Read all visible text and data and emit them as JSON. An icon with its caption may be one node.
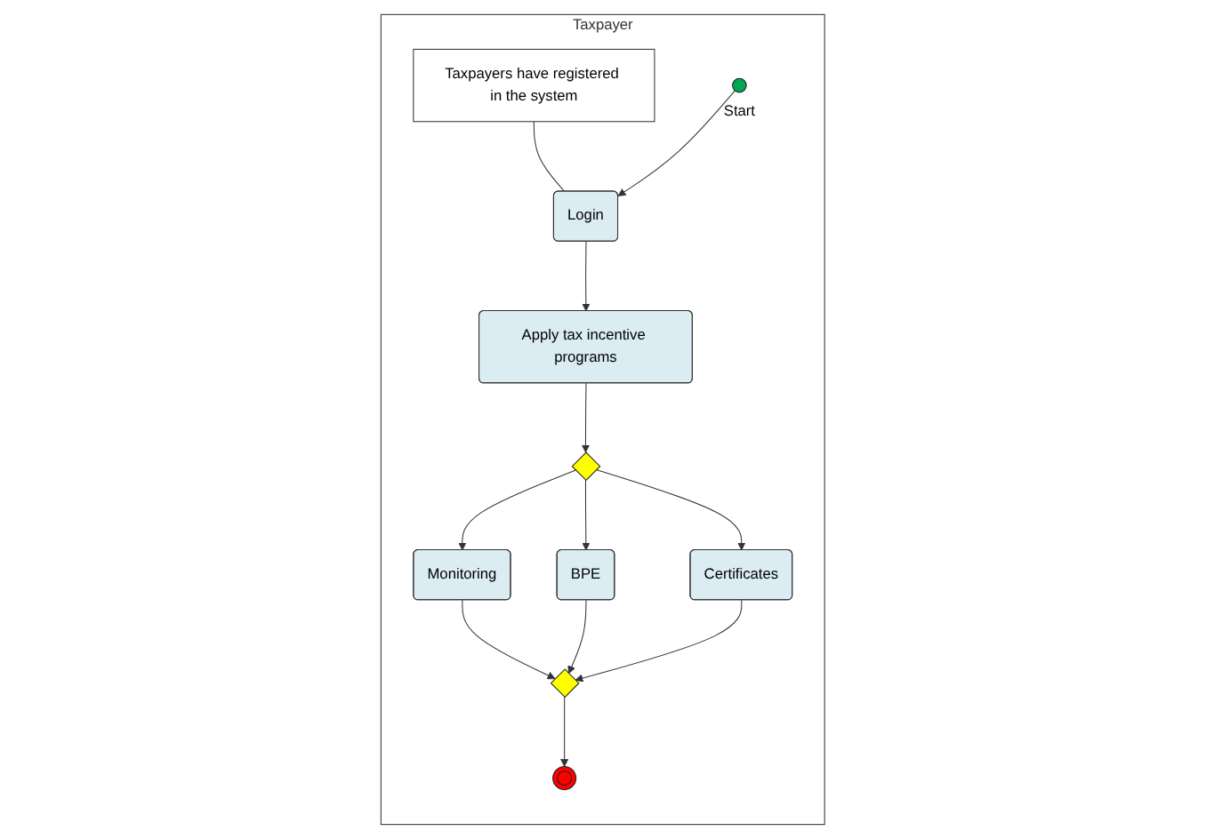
{
  "diagram": {
    "nodes": [
      {
        "text": [
          "Taxpayer"
        ]
      },
      {
        "text": [
          "Taxpayers have registered in the system"
        ],
        "in": 0
      },
      {
        "text": [],
        "shape": "circle",
        "beside": [
          "Start"
        ],
        "in": 0
      },
      {
        "text": [
          "Login"
        ],
        "in": 0
      },
      {
        "text": [
          "Apply tax incentive programs"
        ],
        "in": 0
      },
      {
        "text": [],
        "shape": "diamond",
        "in": 0
      },
      {
        "text": [
          "Monitoring"
        ],
        "in": 0
      },
      {
        "text": [
          "BPE"
        ],
        "in": 0
      },
      {
        "text": [
          "Certificates"
        ],
        "in": 0
      },
      {
        "text": [],
        "shape": "diamond",
        "in": 0
      },
      {
        "text": [],
        "shape": "circle",
        "in": 0
      }
    ],
    "edges": [
      {
        "from": 2,
        "to": 3,
        "arrow": "to"
      },
      {
        "from": 1,
        "to": 3,
        "arrow": "none"
      },
      {
        "from": 3,
        "to": 4,
        "arrow": "to"
      },
      {
        "from": 4,
        "to": 5,
        "arrow": "to"
      },
      {
        "from": 5,
        "to": 6,
        "arrow": "to"
      },
      {
        "from": 5,
        "to": 7,
        "arrow": "to"
      },
      {
        "from": 5,
        "to": 8,
        "arrow": "to"
      },
      {
        "from": 6,
        "to": 9,
        "arrow": "to"
      },
      {
        "from": 7,
        "to": 9,
        "arrow": "to"
      },
      {
        "from": 8,
        "to": 9,
        "arrow": "to"
      },
      {
        "from": 9,
        "to": 10,
        "arrow": "to"
      }
    ]
  }
}
